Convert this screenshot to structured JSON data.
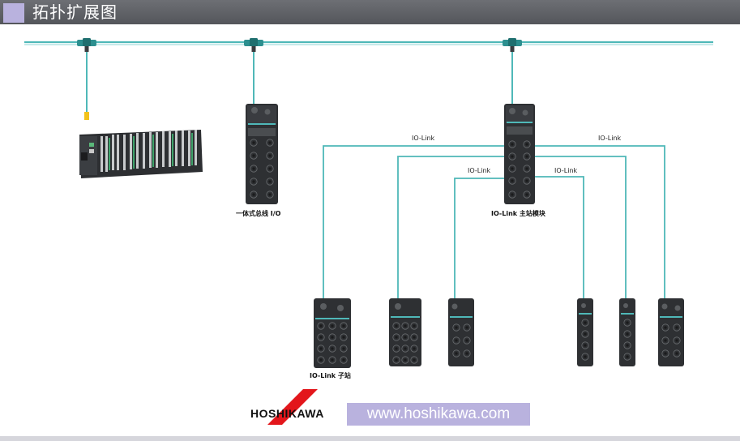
{
  "header": {
    "title": "拓扑扩展图"
  },
  "labels": {
    "compact_io": "一体式总线 I/O",
    "master": "IO-Link 主站模块",
    "slave": "IO-Link 子站",
    "link_left_outer": "IO-Link",
    "link_left_inner": "IO-Link",
    "link_right_outer": "IO-Link",
    "link_right_inner": "IO-Link"
  },
  "footer": {
    "brand": "HOSHIKAWA",
    "url": "www.hoshikawa.com"
  },
  "colors": {
    "cable": "#4fb8b8",
    "header_bg": "#5e6065",
    "accent": "#b9b2de",
    "logo_red": "#e3161b"
  }
}
